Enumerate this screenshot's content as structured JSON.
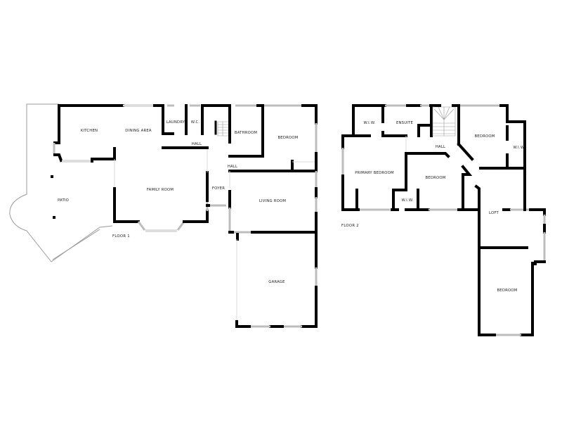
{
  "floors": [
    {
      "label": "FLOOR 1",
      "rooms": {
        "kitchen": "KITCHEN",
        "dining_area": "DINING AREA",
        "laundry": "LAUNDRY",
        "wc": "W.C.",
        "hall_upper": "HALL",
        "bathroom": "BATHROOM",
        "bedroom": "BEDROOM",
        "hall_lower": "HALL",
        "patio": "PATIO",
        "family_room": "FAMILY ROOM",
        "foyer": "FOYER",
        "living_room": "LIVING ROOM",
        "garage": "GARAGE"
      }
    },
    {
      "label": "FLOOR 2",
      "rooms": {
        "wiw_primary": "W.I.W.",
        "ensuite": "ENSUITE",
        "hall": "HALL",
        "bedroom_ne": "BEDROOM",
        "wiw_ne": "W.I.W.",
        "primary_bedroom": "PRIMARY BEDROOM",
        "bedroom_center": "BEDROOM",
        "wiw_center": "W.I.W.",
        "loft": "LOFT",
        "bedroom_south": "BEDROOM"
      }
    }
  ],
  "colors": {
    "wall": "#000000",
    "window": "#bdbdbd",
    "background": "#ffffff"
  }
}
